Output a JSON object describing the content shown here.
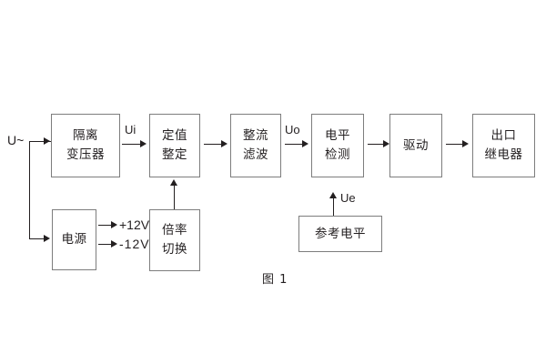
{
  "figure": {
    "caption": "图 1",
    "type": "block-diagram",
    "background_color": "#ffffff",
    "box_border_color": "#7d7d7d",
    "line_color": "#231f20"
  },
  "blocks": [
    {
      "id": "isolation-transformer",
      "lines": [
        "隔离",
        "变压器"
      ]
    },
    {
      "id": "setting-value",
      "lines": [
        "定值",
        "整定"
      ]
    },
    {
      "id": "rectifier-filter",
      "lines": [
        "整流",
        "滤波"
      ]
    },
    {
      "id": "level-detection",
      "lines": [
        "电平",
        "检测"
      ]
    },
    {
      "id": "driver",
      "lines": [
        "驱动"
      ]
    },
    {
      "id": "output-relay",
      "lines": [
        "出口",
        "继电器"
      ]
    },
    {
      "id": "power-supply",
      "lines": [
        "电源"
      ]
    },
    {
      "id": "multiplier-switch",
      "lines": [
        "倍率",
        "切换"
      ]
    },
    {
      "id": "reference-level",
      "lines": [
        "参考电平"
      ]
    }
  ],
  "signals": {
    "input_ac": "U~",
    "ui": "Ui",
    "uo": "Uo",
    "ue": "Ue",
    "rail_positive": "+12V",
    "rail_negative": "-12V"
  }
}
